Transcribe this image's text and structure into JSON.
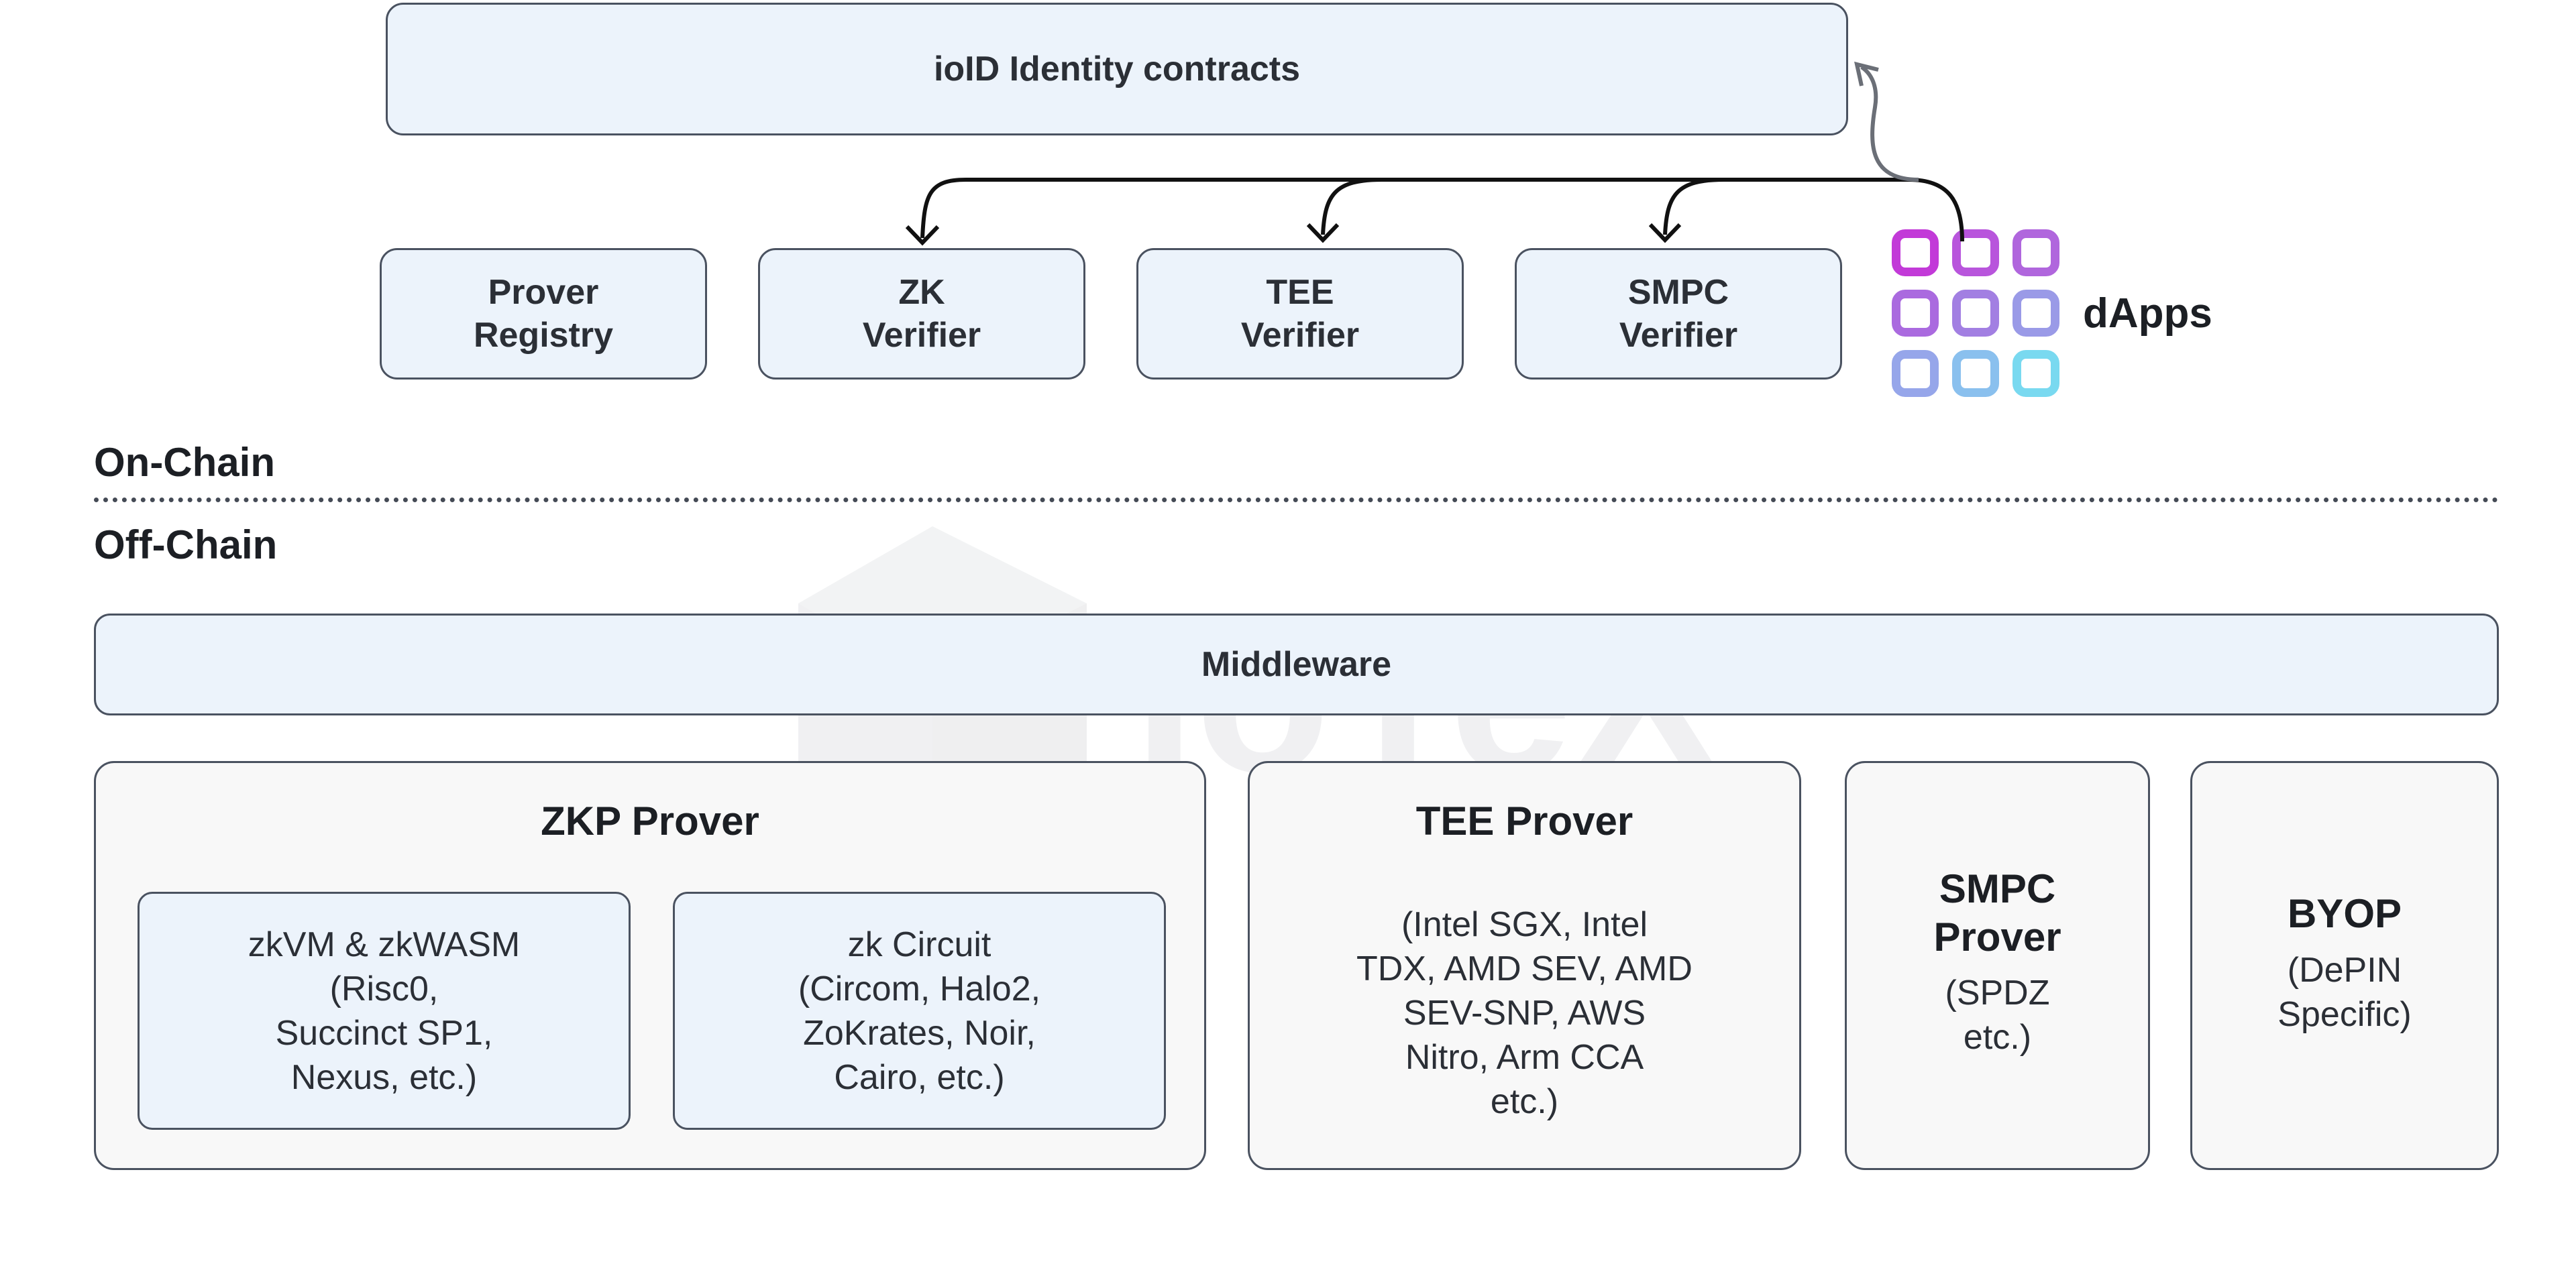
{
  "identity": {
    "label": "ioID Identity contracts"
  },
  "onchain_boxes": [
    {
      "label": "Prover\nRegistry"
    },
    {
      "label": "ZK\nVerifier"
    },
    {
      "label": "TEE\nVerifier"
    },
    {
      "label": "SMPC\nVerifier"
    }
  ],
  "dapps": {
    "label": "dApps"
  },
  "sections": {
    "on_chain": "On-Chain",
    "off_chain": "Off-Chain"
  },
  "middleware": {
    "label": "Middleware"
  },
  "zkp_prover": {
    "title": "ZKP Prover",
    "items": [
      {
        "text": "zkVM & zkWASM\n(Risc0,\nSuccinct SP1,\nNexus, etc.)"
      },
      {
        "text": "zk Circuit\n(Circom, Halo2,\nZoKrates, Noir,\nCairo, etc.)"
      }
    ]
  },
  "tee_prover": {
    "title": "TEE Prover",
    "body": "(Intel SGX, Intel\nTDX, AMD SEV, AMD\nSEV-SNP, AWS\nNitro, Arm CCA\netc.)"
  },
  "smpc_prover": {
    "title": "SMPC\nProver",
    "body": "(SPDZ\netc.)"
  },
  "byop": {
    "title": "BYOP",
    "body": "(DePIN\nSpecific)"
  },
  "watermark": {
    "text": "IoTeX"
  },
  "colors": {
    "box_blue": "#ecf3fb",
    "box_grey": "#f8f8f8",
    "border": "#4a5260",
    "dapp_gradient": [
      "#c23ad8",
      "#a97be0",
      "#8fb6ee",
      "#79d9f0"
    ]
  }
}
